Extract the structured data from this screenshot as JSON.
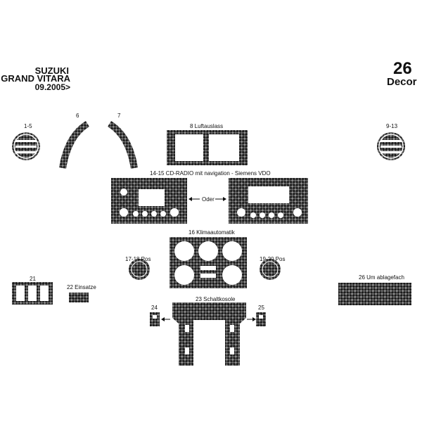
{
  "header": {
    "brand": "SUZUKI",
    "model": "GRAND VITARA",
    "date": "09.2005>",
    "number": "26",
    "kit_type": "Decor"
  },
  "labels": {
    "p1_5": "1-5",
    "p6": "6",
    "p7": "7",
    "p8": "8 Luftauslass",
    "p9_13": "9-13",
    "p14_15": "14-15 CD-RADIO mit navigation - Siemens VDO",
    "oder": "Oder",
    "p16": "16 Klimaautomatik",
    "p17_18": "17-18 Pos",
    "p19_20": "19-20 Pos",
    "p21": "21",
    "p22": "22 Einsatze",
    "p23": "23 Schaltkosole",
    "p24": "24",
    "p25": "25",
    "p26": "26 Um ablagefach"
  },
  "colors": {
    "carbon_base": "#1a1a1a",
    "carbon_highlight": "#8a8a8a"
  }
}
